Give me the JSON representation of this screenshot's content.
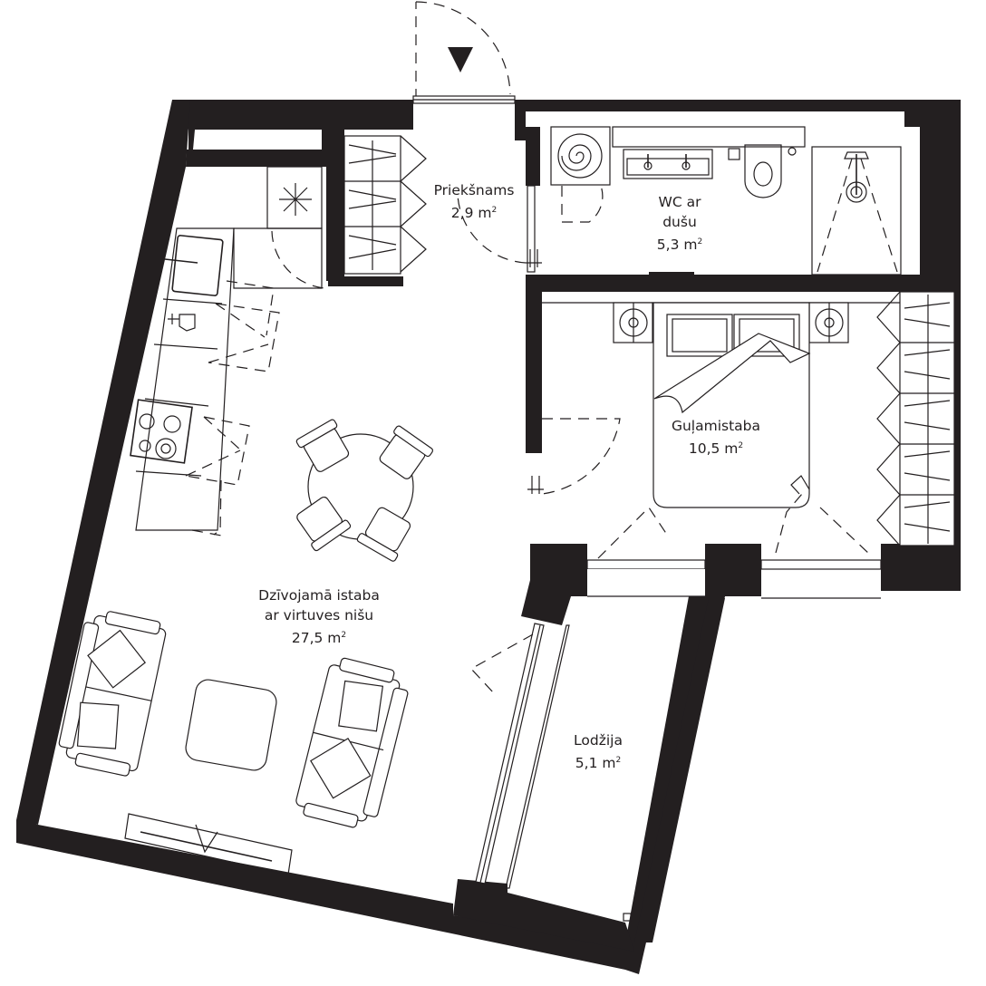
{
  "plan": {
    "title": "Apartment floor plan",
    "entrance_marker": "entrance-arrow",
    "wall_color": "#231f20",
    "background_color": "#ffffff"
  },
  "rooms": {
    "entrance_hall": {
      "name": "Priekšnams",
      "area": "2,9",
      "unit": "m",
      "unit_sup": "2"
    },
    "bathroom": {
      "name_line1": "WC ar",
      "name_line2": "dušu",
      "area": "5,3",
      "unit": "m",
      "unit_sup": "2"
    },
    "bedroom": {
      "name": "Guļamistaba",
      "area": "10,5",
      "unit": "m",
      "unit_sup": "2"
    },
    "living_room": {
      "name_line1": "Dzīvojamā istaba",
      "name_line2": "ar virtuves nišu",
      "area": "27,5",
      "unit": "m",
      "unit_sup": "2"
    },
    "loggia": {
      "name": "Lodžija",
      "area": "5,1",
      "unit": "m",
      "unit_sup": "2"
    }
  }
}
